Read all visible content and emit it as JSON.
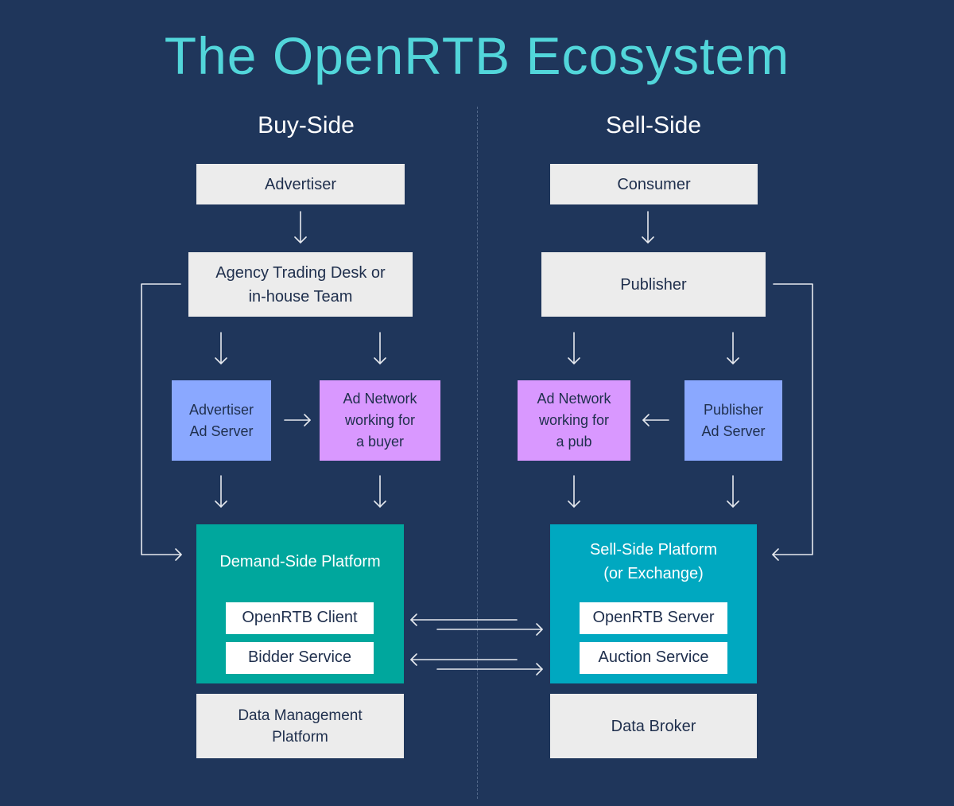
{
  "title": "The OpenRTB Ecosystem",
  "buy_side": {
    "heading": "Buy-Side",
    "advertiser": "Advertiser",
    "agency": [
      "Agency Trading Desk or",
      "in-house Team"
    ],
    "ad_server": [
      "Advertiser",
      "Ad Server"
    ],
    "ad_network": [
      "Ad Network",
      "working for",
      "a buyer"
    ],
    "platform": {
      "title": "Demand-Side Platform",
      "items": [
        "OpenRTB Client",
        "Bidder Service"
      ]
    },
    "data": [
      "Data Management",
      "Platform"
    ]
  },
  "sell_side": {
    "heading": "Sell-Side",
    "consumer": "Consumer",
    "publisher": "Publisher",
    "ad_network": [
      "Ad Network",
      "working for",
      "a pub"
    ],
    "ad_server": [
      "Publisher",
      "Ad Server"
    ],
    "platform": {
      "title": [
        "Sell-Side Platform",
        "(or Exchange)"
      ],
      "items": [
        "OpenRTB Server",
        "Auction Service"
      ]
    },
    "data": "Data Broker"
  },
  "colors": {
    "background": "#1f365b",
    "title": "#52d6da",
    "gray_box": "#ececec",
    "ad_server": "#8aa8ff",
    "ad_network": "#d998ff",
    "dsp": "#00a79d",
    "ssp": "#00a8c0"
  }
}
